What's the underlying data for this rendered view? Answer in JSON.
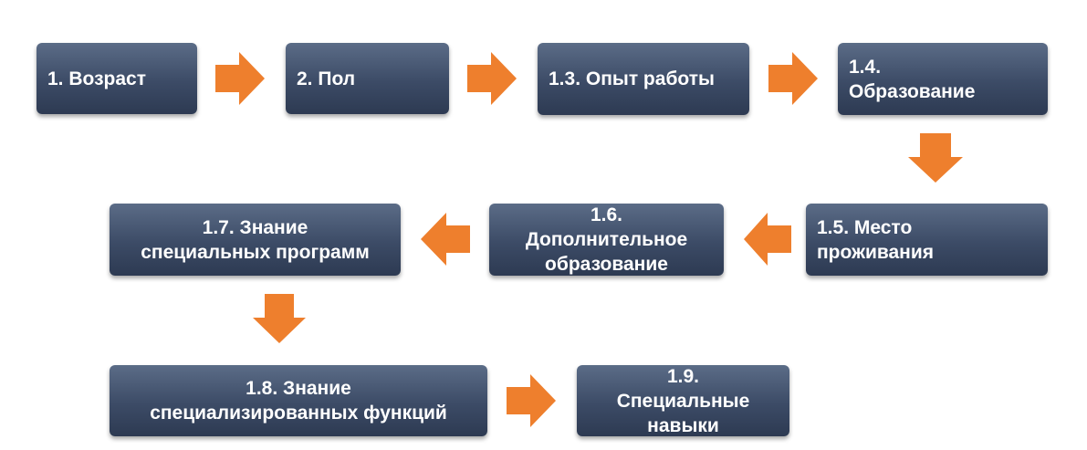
{
  "nodes": [
    {
      "id": "age",
      "label": "1. Возраст"
    },
    {
      "id": "gender",
      "label": "2. Пол"
    },
    {
      "id": "work-experience",
      "label": "1.3. Опыт работы"
    },
    {
      "id": "education",
      "label": "1.4.\nОбразование"
    },
    {
      "id": "residence",
      "label": "1.5. Место\nпроживания"
    },
    {
      "id": "additional-education",
      "label": "1.6.\nДополнительное\nобразование"
    },
    {
      "id": "special-programs",
      "label": "1.7. Знание\nспециальных программ"
    },
    {
      "id": "specialized-functions",
      "label": "1.8. Знание\nспециализированных функций"
    },
    {
      "id": "special-skills",
      "label": "1.9.\nСпециальные\nнавыки"
    }
  ],
  "colors": {
    "box": "#3c4b66",
    "box_top": "#5b6c87",
    "text": "#ffffff",
    "arrow": "#ee7f2d"
  }
}
